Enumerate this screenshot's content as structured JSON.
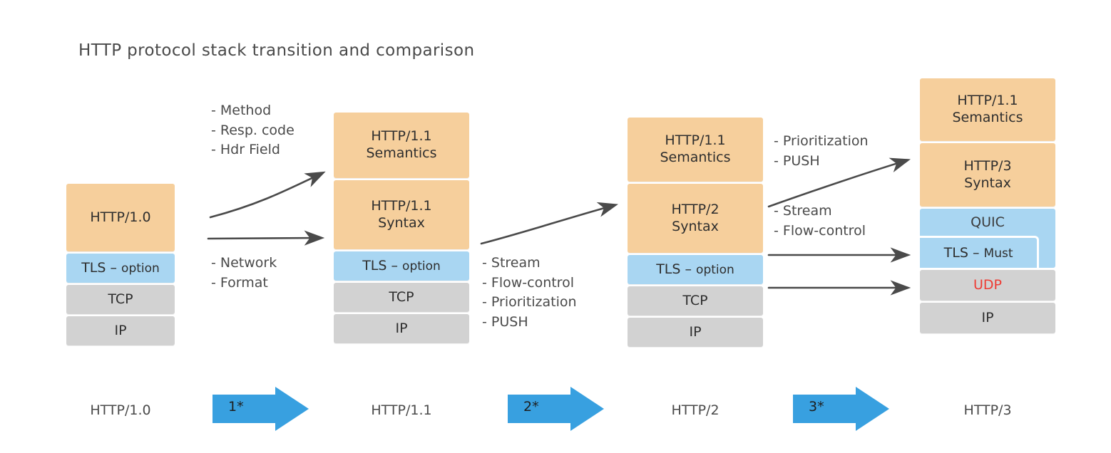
{
  "title": "HTTP protocol stack transition and comparison",
  "colors": {
    "orange": "#f6cf9c",
    "blue": "#a9d6f2",
    "gray": "#d2d2d2",
    "arrow_blue": "#38a0e0",
    "red": "#ee3b33",
    "text": "#3b3b3b"
  },
  "columns": [
    {
      "id": "http10",
      "caption": "HTTP/1.0",
      "layers": [
        {
          "label": "HTTP/1.0",
          "color": "orange"
        },
        {
          "label": "TLS - option",
          "color": "blue"
        },
        {
          "label": "TCP",
          "color": "gray"
        },
        {
          "label": "IP",
          "color": "gray"
        }
      ]
    },
    {
      "id": "http11",
      "caption": "HTTP/1.1",
      "layers": [
        {
          "label": "HTTP/1.1 Semantics",
          "line1": "HTTP/1.1",
          "line2": "Semantics",
          "color": "orange"
        },
        {
          "label": "HTTP/1.1 Syntax",
          "line1": "HTTP/1.1",
          "line2": "Syntax",
          "color": "orange"
        },
        {
          "label": "TLS - option",
          "color": "blue"
        },
        {
          "label": "TCP",
          "color": "gray"
        },
        {
          "label": "IP",
          "color": "gray"
        }
      ]
    },
    {
      "id": "http2",
      "caption": "HTTP/2",
      "layers": [
        {
          "label": "HTTP/1.1 Semantics",
          "line1": "HTTP/1.1",
          "line2": "Semantics",
          "color": "orange"
        },
        {
          "label": "HTTP/2 Syntax",
          "line1": "HTTP/2",
          "line2": "Syntax",
          "color": "orange"
        },
        {
          "label": "TLS - option",
          "color": "blue"
        },
        {
          "label": "TCP",
          "color": "gray"
        },
        {
          "label": "IP",
          "color": "gray"
        }
      ]
    },
    {
      "id": "http3",
      "caption": "HTTP/3",
      "layers": [
        {
          "label": "HTTP/1.1 Semantics",
          "line1": "HTTP/1.1",
          "line2": "Semantics",
          "color": "orange"
        },
        {
          "label": "HTTP/3 Syntax",
          "line1": "HTTP/3",
          "line2": "Syntax",
          "color": "orange"
        },
        {
          "label": "QUIC",
          "color": "blue"
        },
        {
          "label": "TLS - Must",
          "color": "blue",
          "nested": true
        },
        {
          "label": "UDP",
          "color": "gray",
          "red": true
        },
        {
          "label": "IP",
          "color": "gray"
        }
      ]
    }
  ],
  "gaps": [
    {
      "id": "gap1",
      "arrow_label": "1*",
      "notes": [
        {
          "id": "gap1-upper",
          "lines": [
            "- Method",
            "- Resp. code",
            "- Hdr Field"
          ]
        },
        {
          "id": "gap1-lower",
          "lines": [
            "- Network",
            "- Format"
          ]
        }
      ]
    },
    {
      "id": "gap2",
      "arrow_label": "2*",
      "notes": [
        {
          "id": "gap2-list",
          "lines": [
            "- Stream",
            "- Flow-control",
            "- Prioritization",
            "- PUSH"
          ]
        }
      ]
    },
    {
      "id": "gap3",
      "arrow_label": "3*",
      "notes": [
        {
          "id": "gap3-upper",
          "lines": [
            "- Prioritization",
            "- PUSH"
          ]
        },
        {
          "id": "gap3-lower",
          "lines": [
            "- Stream",
            "- Flow-control"
          ]
        }
      ]
    }
  ],
  "layer_texts": {
    "c1_l1": "HTTP/1.0",
    "c1_l2a": "TLS",
    "c1_l2b": "option",
    "c1_l3": "TCP",
    "c1_l4": "IP",
    "c2_l1a": "HTTP/1.1",
    "c2_l1b": "Semantics",
    "c2_l2a": "HTTP/1.1",
    "c2_l2b": "Syntax",
    "c2_l3a": "TLS",
    "c2_l3b": "option",
    "c2_l4": "TCP",
    "c2_l5": "IP",
    "c3_l1a": "HTTP/1.1",
    "c3_l1b": "Semantics",
    "c3_l2a": "HTTP/2",
    "c3_l2b": "Syntax",
    "c3_l3a": "TLS",
    "c3_l3b": "option",
    "c3_l4": "TCP",
    "c3_l5": "IP",
    "c4_l1a": "HTTP/1.1",
    "c4_l1b": "Semantics",
    "c4_l2a": "HTTP/3",
    "c4_l2b": "Syntax",
    "c4_l3": "QUIC",
    "c4_l4a": "TLS",
    "c4_l4b": "Must",
    "c4_l5": "UDP",
    "c4_l6": "IP",
    "dash": "–"
  },
  "notes_flat": {
    "g1_method": "- Method",
    "g1_resp": "- Resp. code",
    "g1_hdr": "- Hdr Field",
    "g1_network": "- Network",
    "g1_format": "- Format",
    "g2_stream": "- Stream",
    "g2_flow": "- Flow-control",
    "g2_prior": "- Prioritization",
    "g2_push": "- PUSH",
    "g3_prior": "- Prioritization",
    "g3_push": "- PUSH",
    "g3_stream": "- Stream",
    "g3_flow": "- Flow-control"
  },
  "captions": {
    "c1": "HTTP/1.0",
    "c2": "HTTP/1.1",
    "c3": "HTTP/2",
    "c4": "HTTP/3"
  },
  "arrow_labels": {
    "a1": "1*",
    "a2": "2*",
    "a3": "3*"
  }
}
